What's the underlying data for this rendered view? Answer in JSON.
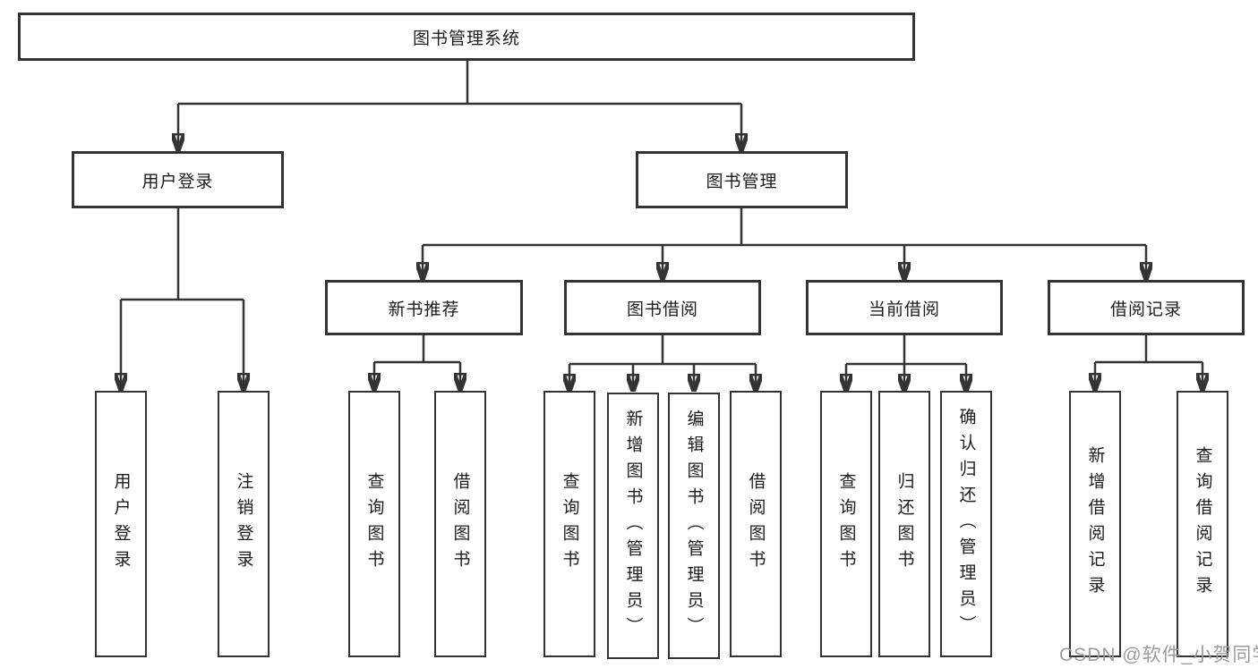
{
  "tree": {
    "root": "图书管理系统",
    "branches": [
      {
        "id": "user-login",
        "label": "用户登录",
        "children": [
          "用户登录",
          "注销登录"
        ]
      },
      {
        "id": "book-management",
        "label": "图书管理",
        "groups": [
          {
            "id": "new-book-recommendation",
            "label": "新书推荐",
            "children": [
              "查询图书",
              "借阅图书"
            ]
          },
          {
            "id": "book-borrowing",
            "label": "图书借阅",
            "children": [
              "查询图书",
              "新增图书（管理员）",
              "编辑图书（管理员）",
              "借阅图书"
            ]
          },
          {
            "id": "current-borrowing",
            "label": "当前借阅",
            "children": [
              "查询图书",
              "归还图书",
              "确认归还（管理员）"
            ]
          },
          {
            "id": "borrowing-records",
            "label": "借阅记录",
            "children": [
              "新增借阅记录",
              "查询借阅记录"
            ]
          }
        ]
      }
    ]
  },
  "watermark": {
    "text": "CSDN @软件_小贺同学",
    "color": "#9c9c9c"
  },
  "colors": {
    "line": "#333333",
    "box_border": "#333333",
    "text": "#1c1c1c",
    "background": "#ffffff",
    "watermark": "#9c9c9c"
  }
}
